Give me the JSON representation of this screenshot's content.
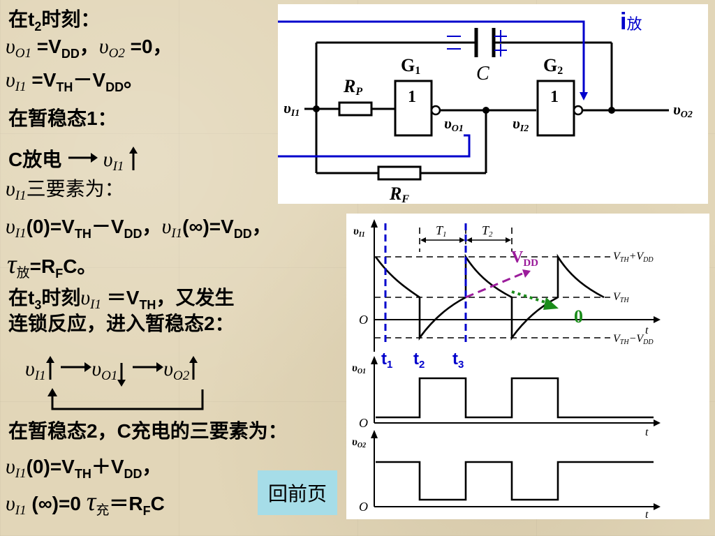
{
  "left": {
    "l1_pre": "在t",
    "l1_sub": "2",
    "l1_post": "时刻：",
    "upsilon": "υ",
    "sub_O1": "O1",
    "sub_O2": "O2",
    "sub_I1": "I1",
    "l2_a": "=V",
    "l2_a_sub": "DD",
    "comma": "，",
    "l2_b": " =0，",
    "l3_a": "=V",
    "l3_sub1": "TH",
    "l3_b": "－V",
    "l3_sub2": "DD",
    "l3_c": "。",
    "l4": "在暂稳态1：",
    "l5": "C放电",
    "l6": "三要素为：",
    "l7_a": "(0)=V",
    "l7_sub1": "TH",
    "l7_b": "－V",
    "l7_sub2": "DD",
    "l7_c": "(∞)=V",
    "l7_sub3": "DD",
    "tau": "τ",
    "l8_sub": "放",
    "l8_a": "=R",
    "l8_sub2": "F",
    "l8_b": "C。",
    "l9_pre": "在t",
    "l9_sub": "3",
    "l9_mid": "时刻",
    "l9_eq": " ＝V",
    "l9_sub2": "TH",
    "l9_post": "，又发生",
    "l10": "连锁反应，进入暂稳态2：",
    "l12": "在暂稳态2，C充电的三要素为：",
    "l13_a": "(0)=V",
    "l13_sub1": "TH",
    "l13_b": "＋V",
    "l13_sub2": "DD",
    "l13_c": "，",
    "l14_a": "(∞)=0",
    "l14_sub": "充",
    "l14_b": "＝R",
    "l14_sub2": "F",
    "l14_c": "C"
  },
  "circuit": {
    "i_label": "i",
    "i_sub": "放",
    "rp": "R",
    "rp_sub": "P",
    "rf": "R",
    "rf_sub": "F",
    "g1": "G",
    "g1_sub": "1",
    "g2": "G",
    "g2_sub": "2",
    "gate_text": "1",
    "cap": "C",
    "vi1": "υ",
    "vi1_sub": "I1",
    "vo1": "υ",
    "vo1_sub": "O1",
    "vi2": "υ",
    "vi2_sub": "I2",
    "vo2": "υ",
    "vo2_sub": "O2"
  },
  "waveform": {
    "vi1": "υ",
    "vi1_sub": "I1",
    "vo1": "υ",
    "vo1_sub": "O1",
    "vo2": "υ",
    "vo2_sub": "O2",
    "T1": "T",
    "T1_sub": "1",
    "T2": "T",
    "T2_sub": "2",
    "vth_vdd_plus": "V",
    "vth_vdd_plus_s1": "TH",
    "vth_vdd_plus_mid": "+V",
    "vth_vdd_plus_s2": "DD",
    "vth": "V",
    "vth_sub": "TH",
    "vth_vdd_minus": "V",
    "vth_vdd_minus_s1": "TH",
    "vth_vdd_minus_mid": "−V",
    "vth_vdd_minus_s2": "DD",
    "origin": "O",
    "t": "t",
    "t1": "t",
    "t1_sub": "1",
    "t2": "t",
    "t2_sub": "2",
    "t3": "t",
    "t3_sub": "3",
    "vdd": "V",
    "vdd_sub": "DD",
    "zero": "0"
  },
  "back_button": "回前页",
  "colors": {
    "blue": "#0000cc",
    "purple": "#9b1c9b",
    "green": "#1a8c1a",
    "button": "#a6dde8"
  }
}
